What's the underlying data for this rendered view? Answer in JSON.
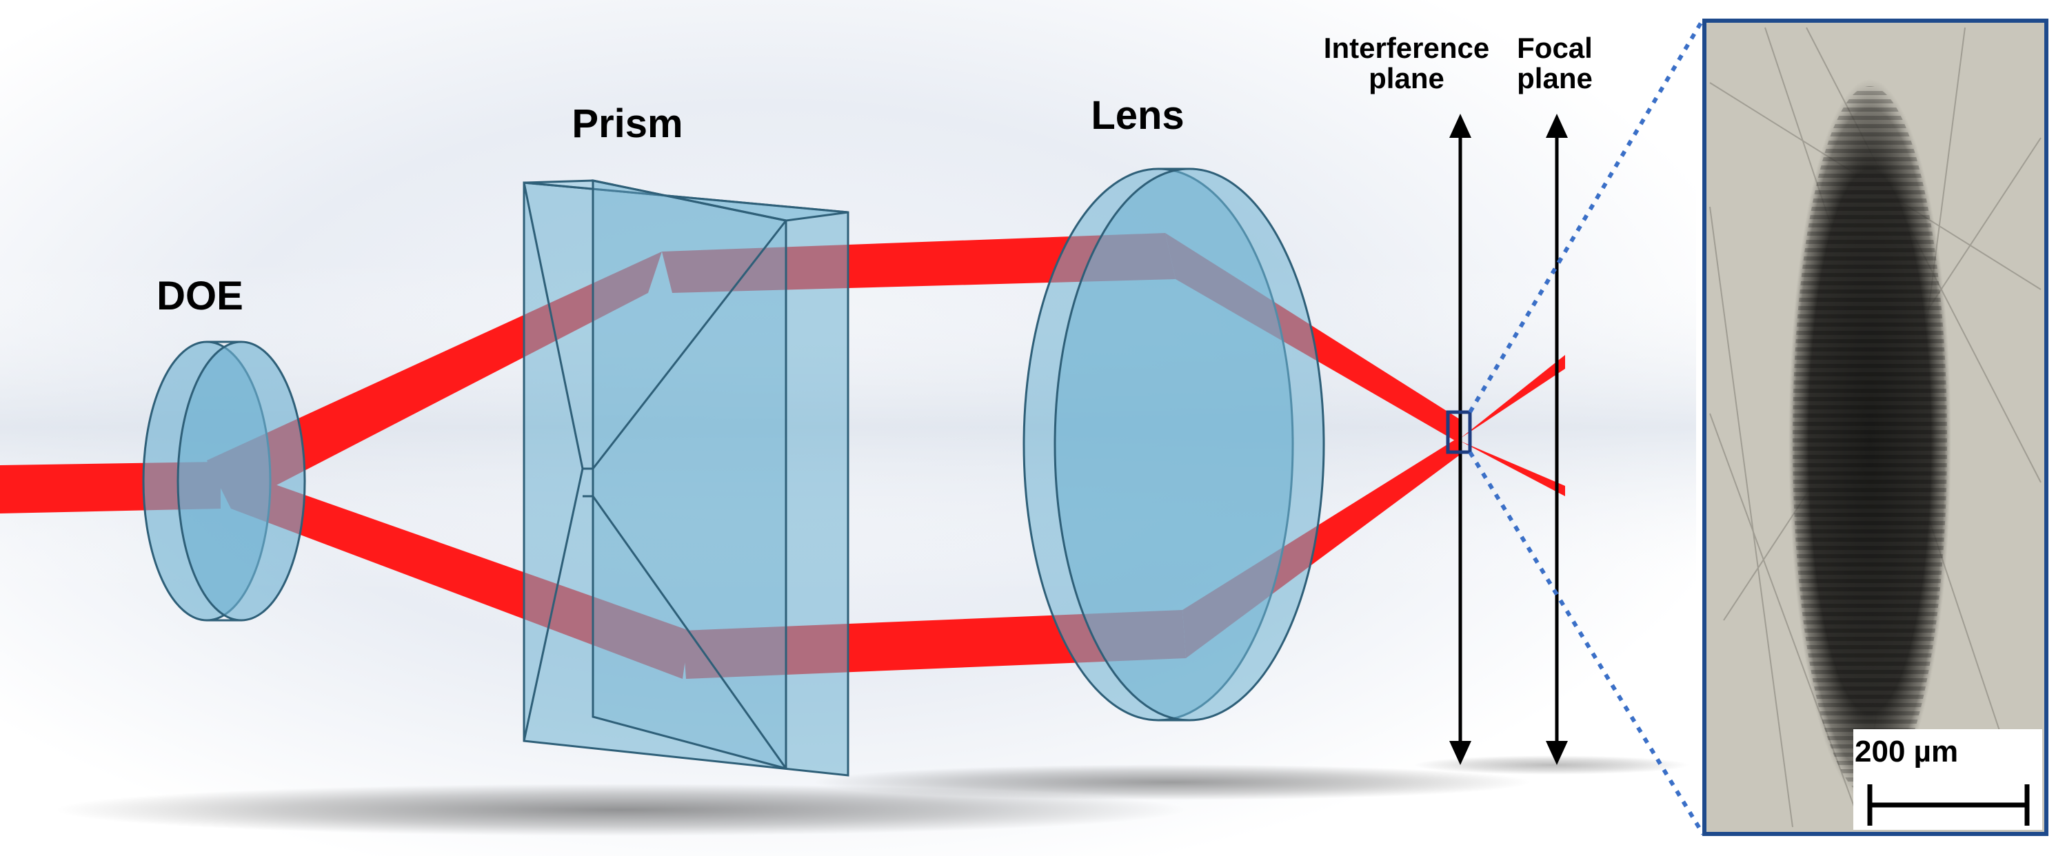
{
  "labels": {
    "doe": "DOE",
    "prism": "Prism",
    "lens": "Lens",
    "interference_line1": "Interference",
    "interference_line2": "plane",
    "focal_line1": "Focal",
    "focal_line2": "plane",
    "scale_bar": "200 µm"
  },
  "colors": {
    "beam": "#ff1a1a",
    "glass": "#6fb2d2",
    "glass_edge": "#2e5f78",
    "inset_border": "#1e4a8c",
    "zoom_line": "#3a6fc7",
    "inset_background": "#c9c6bb",
    "spot": "#2a2a28",
    "arrow": "#000000"
  },
  "icons": {
    "plane_arrows": "double-headed-arrow-icon",
    "zoom_box": "zoom-box-icon"
  }
}
